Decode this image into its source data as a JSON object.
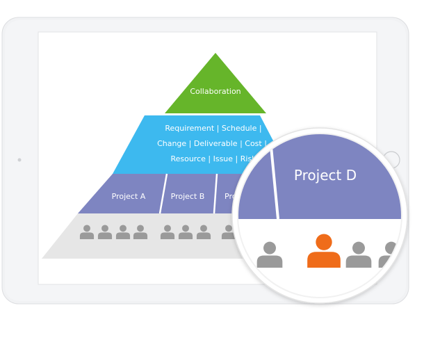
{
  "pyramid": {
    "top_label": "Collaboration",
    "middle_lines": [
      "Requirement | Schedule  |",
      "Change | Deliverable | Cost |",
      "Resource | Issue | Risk"
    ],
    "projects": [
      "Project A",
      "Project B",
      "Pro"
    ]
  },
  "magnifier": {
    "project_label": "Project D",
    "highlighted_person": "orange"
  },
  "colors": {
    "top": "#66b52a",
    "middle": "#3db9ef",
    "projects": "#7e85c1",
    "base": "#e5e5e5",
    "person": "#9a9a9a",
    "highlight": "#ef6c1a",
    "device": "#f1f2f4"
  }
}
